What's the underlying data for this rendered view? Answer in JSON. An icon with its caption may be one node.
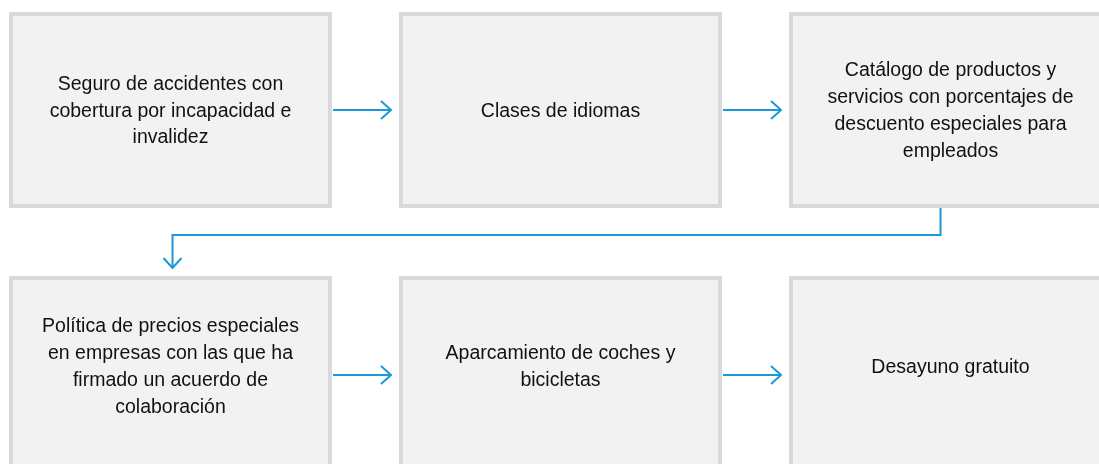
{
  "diagram": {
    "nodes": [
      {
        "text": [
          "Seguro de accidentes con cobertura por incapacidad e invalidez"
        ]
      },
      {
        "text": [
          "Clases de idiomas"
        ]
      },
      {
        "text": [
          "Catálogo de productos y servicios con porcentajes de descuento especiales para empleados"
        ]
      },
      {
        "text": [
          "Política de precios especiales en empresas con las que ha firmado un acuerdo de colaboración"
        ]
      },
      {
        "text": [
          "Aparcamiento de coches y bicicletas"
        ]
      },
      {
        "text": [
          "Desayuno gratuito"
        ]
      }
    ],
    "edges": [
      {
        "from": 0,
        "to": 1,
        "arrow": "to"
      },
      {
        "from": 1,
        "to": 2,
        "arrow": "to"
      },
      {
        "from": 2,
        "to": 3,
        "arrow": "to"
      },
      {
        "from": 3,
        "to": 4,
        "arrow": "to"
      },
      {
        "from": 4,
        "to": 5,
        "arrow": "to"
      }
    ]
  }
}
